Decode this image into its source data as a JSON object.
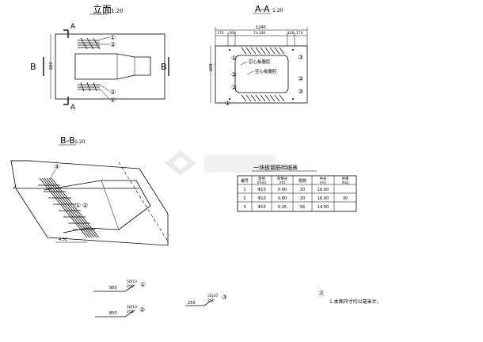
{
  "views": {
    "elevation": {
      "title": "立面",
      "scale": "1:20",
      "section_a": "A",
      "section_b": "B",
      "height_label": "600"
    },
    "section_aa": {
      "title": "A-A",
      "scale": "1:20",
      "total_width": "1240",
      "dims": [
        "170",
        "100",
        "7×100",
        "100",
        "170"
      ],
      "height_label": "600",
      "fill_labels": [
        "空心板腹腔",
        "空心板腹腔"
      ]
    },
    "section_bb": {
      "title": "B-B",
      "scale": "1:20",
      "dim_label": "4.5E"
    }
  },
  "rebar_marks": [
    "①",
    "②",
    "③"
  ],
  "rebar_table": {
    "title": "一块板钢筋明细表",
    "headers": [
      "编号",
      "直径\n(mm)",
      "单根长\n(m)",
      "根数",
      "共长\n(m)",
      "共重\n(kg)"
    ],
    "rows": [
      [
        "1",
        "Φ10",
        "0.90",
        "20",
        "18.00",
        "30"
      ],
      [
        "2",
        "Φ10",
        "0.80",
        "20",
        "16.00",
        ""
      ],
      [
        "3",
        "Φ10",
        "0.25",
        "56",
        "14.00",
        ""
      ]
    ]
  },
  "bar_shapes": [
    {
      "mark": "①",
      "length": "900",
      "note": "50|10\n200"
    },
    {
      "mark": "②",
      "length": "800",
      "note": "50|10\n200"
    },
    {
      "mark": "③",
      "length": "250",
      "note": "50|10\n250"
    }
  ],
  "notes": {
    "heading": "注",
    "items": [
      "1.本图尺寸均以毫米计。"
    ]
  }
}
